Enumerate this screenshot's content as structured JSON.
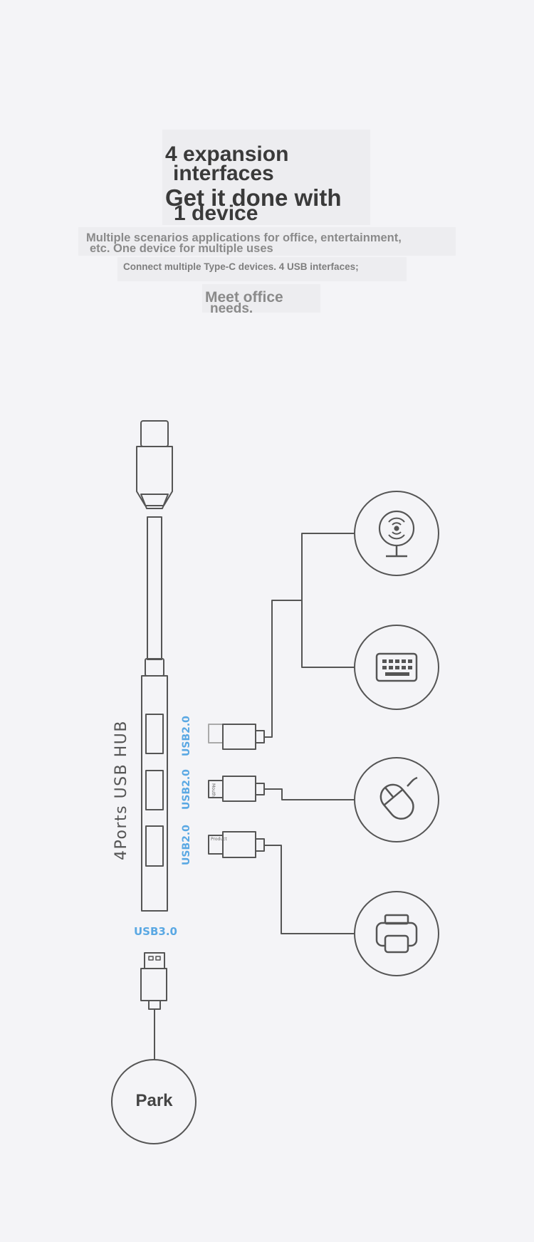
{
  "headline": {
    "line1a": "4 expansion",
    "line1b": "interfaces",
    "line2a": "Get it done with",
    "line2b": "1 device"
  },
  "subtitle": {
    "line1": "Multiple scenarios applications for office, entertainment,",
    "line2": "etc. One device for multiple uses",
    "line3": "Connect multiple Type-C devices. 4 USB interfaces;",
    "line4a": "Meet office",
    "line4b": "needs."
  },
  "diagram": {
    "hub_name": "4Ports USB HUB",
    "ports": [
      {
        "label": "USB2.0",
        "mark": ""
      },
      {
        "label": "USB2.0",
        "mark": "Mouth"
      },
      {
        "label": "USB2.0",
        "mark": "Product"
      }
    ],
    "usb3_label": "USB3.0",
    "park_label": "Park",
    "devices": [
      {
        "icon": "webcam-icon"
      },
      {
        "icon": "keyboard-icon"
      },
      {
        "icon": "mouse-icon"
      },
      {
        "icon": "printer-icon"
      }
    ]
  },
  "colors": {
    "background": "#f4f4f7",
    "line": "#555555",
    "accent": "#5aa8e3"
  }
}
